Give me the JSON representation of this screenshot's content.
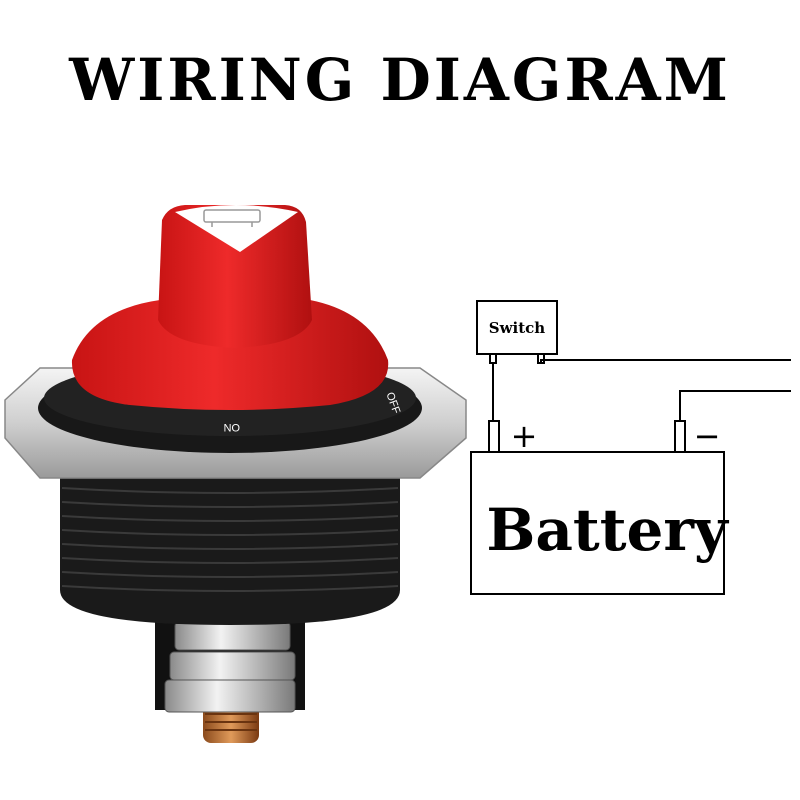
{
  "title": "WIRING DIAGRAM",
  "diagram": {
    "switch_label": "Switch",
    "battery_label": "Battery",
    "positive_symbol": "+",
    "negative_symbol": "−"
  },
  "product": {
    "on_marking": "ON",
    "off_marking": "OFF",
    "knob_color": "#e41e1e",
    "body_color": "#1a1a1a",
    "plate_color": "#cfcfcf",
    "terminal_color": "#c47a3a"
  }
}
